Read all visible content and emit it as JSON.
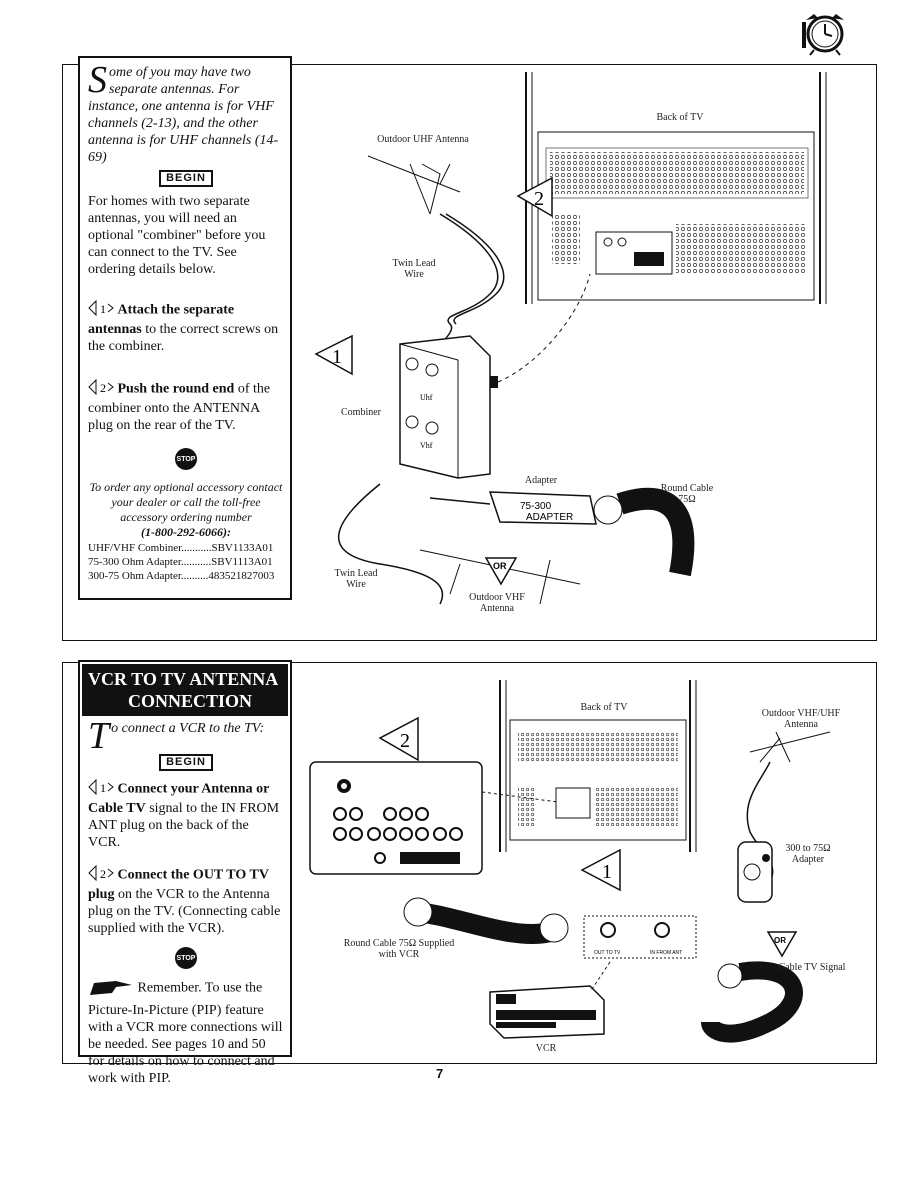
{
  "top": {
    "intro_drop": "S",
    "intro_rest": "ome of you may have two separate antennas. For instance, one antenna is for VHF channels (2-13), and the other antenna is for UHF channels (14-69)",
    "begin": "BEGIN",
    "body": "For homes with two separate antennas, you will need an optional \"combiner\" before you can connect to the TV.  See ordering details below.",
    "step1_num": "1",
    "step1_bold": "Attach the separate antennas",
    "step1_rest": "to the correct screws on the combiner.",
    "step2_num": "2",
    "step2_bold": "Push the round end",
    "step2_rest": "of the combiner onto the ANTENNA plug on the rear of the TV.",
    "stop": "STOP",
    "order_italic": "To order any optional accessory contact your dealer or call the toll-free accessory ordering number",
    "order_phone": "(1-800-292-6066):",
    "parts": [
      "UHF/VHF Combiner...........SBV1133A01",
      "75-300 Ohm Adapter...........SBV1113A01",
      "300-75 Ohm Adapter..........483521827003"
    ],
    "diagram": {
      "back_of_tv": "Back of TV",
      "outdoor_uhf": "Outdoor UHF Antenna",
      "twin_lead_1": "Twin Lead Wire",
      "combiner": "Combiner",
      "adapter": "Adapter",
      "adapter_text": "75-300 ADAPTER",
      "round_cable": "Round Cable 75Ω",
      "twin_lead_2": "Twin Lead Wire",
      "outdoor_vhf": "Outdoor VHF Antenna",
      "or": "OR",
      "callout1": "1",
      "callout2": "2",
      "uhf_tag": "Uhf",
      "vhf_tag": "Vhf"
    }
  },
  "bottom": {
    "title_line1": "VCR TO TV ANTENNA",
    "title_line2": "CONNECTION",
    "intro_drop": "T",
    "intro_rest": "o connect a VCR to the TV:",
    "begin": "BEGIN",
    "step1_num": "1",
    "step1_bold": "Connect your Antenna or Cable TV",
    "step1_rest": "signal to the IN FROM ANT plug on the back of the VCR.",
    "step2_num": "2",
    "step2_bold": "Connect the OUT TO TV plug",
    "step2_rest": "on the VCR to the Antenna plug on the TV. (Connecting cable supplied with the VCR).",
    "stop": "STOP",
    "remember_bold": "Remember.",
    "remember_rest": "To use the Picture-In-Picture (PIP) feature with a VCR more connections will be needed. See pages 10 and 50 for details on how to connect and work with PIP.",
    "diagram": {
      "back_of_tv": "Back of TV",
      "outdoor_vhf_uhf": "Outdoor VHF/UHF Antenna",
      "adapter_300": "300 to 75Ω Adapter",
      "round_cable": "Round Cable 75Ω Supplied with VCR",
      "or": "OR",
      "cable_tv_signal": "Cable TV Signal",
      "vcr": "VCR",
      "out_to_tv": "OUT TO TV",
      "in_from_ant": "IN FROM ANT",
      "callout1": "1",
      "callout2": "2"
    }
  },
  "page_number": "7"
}
